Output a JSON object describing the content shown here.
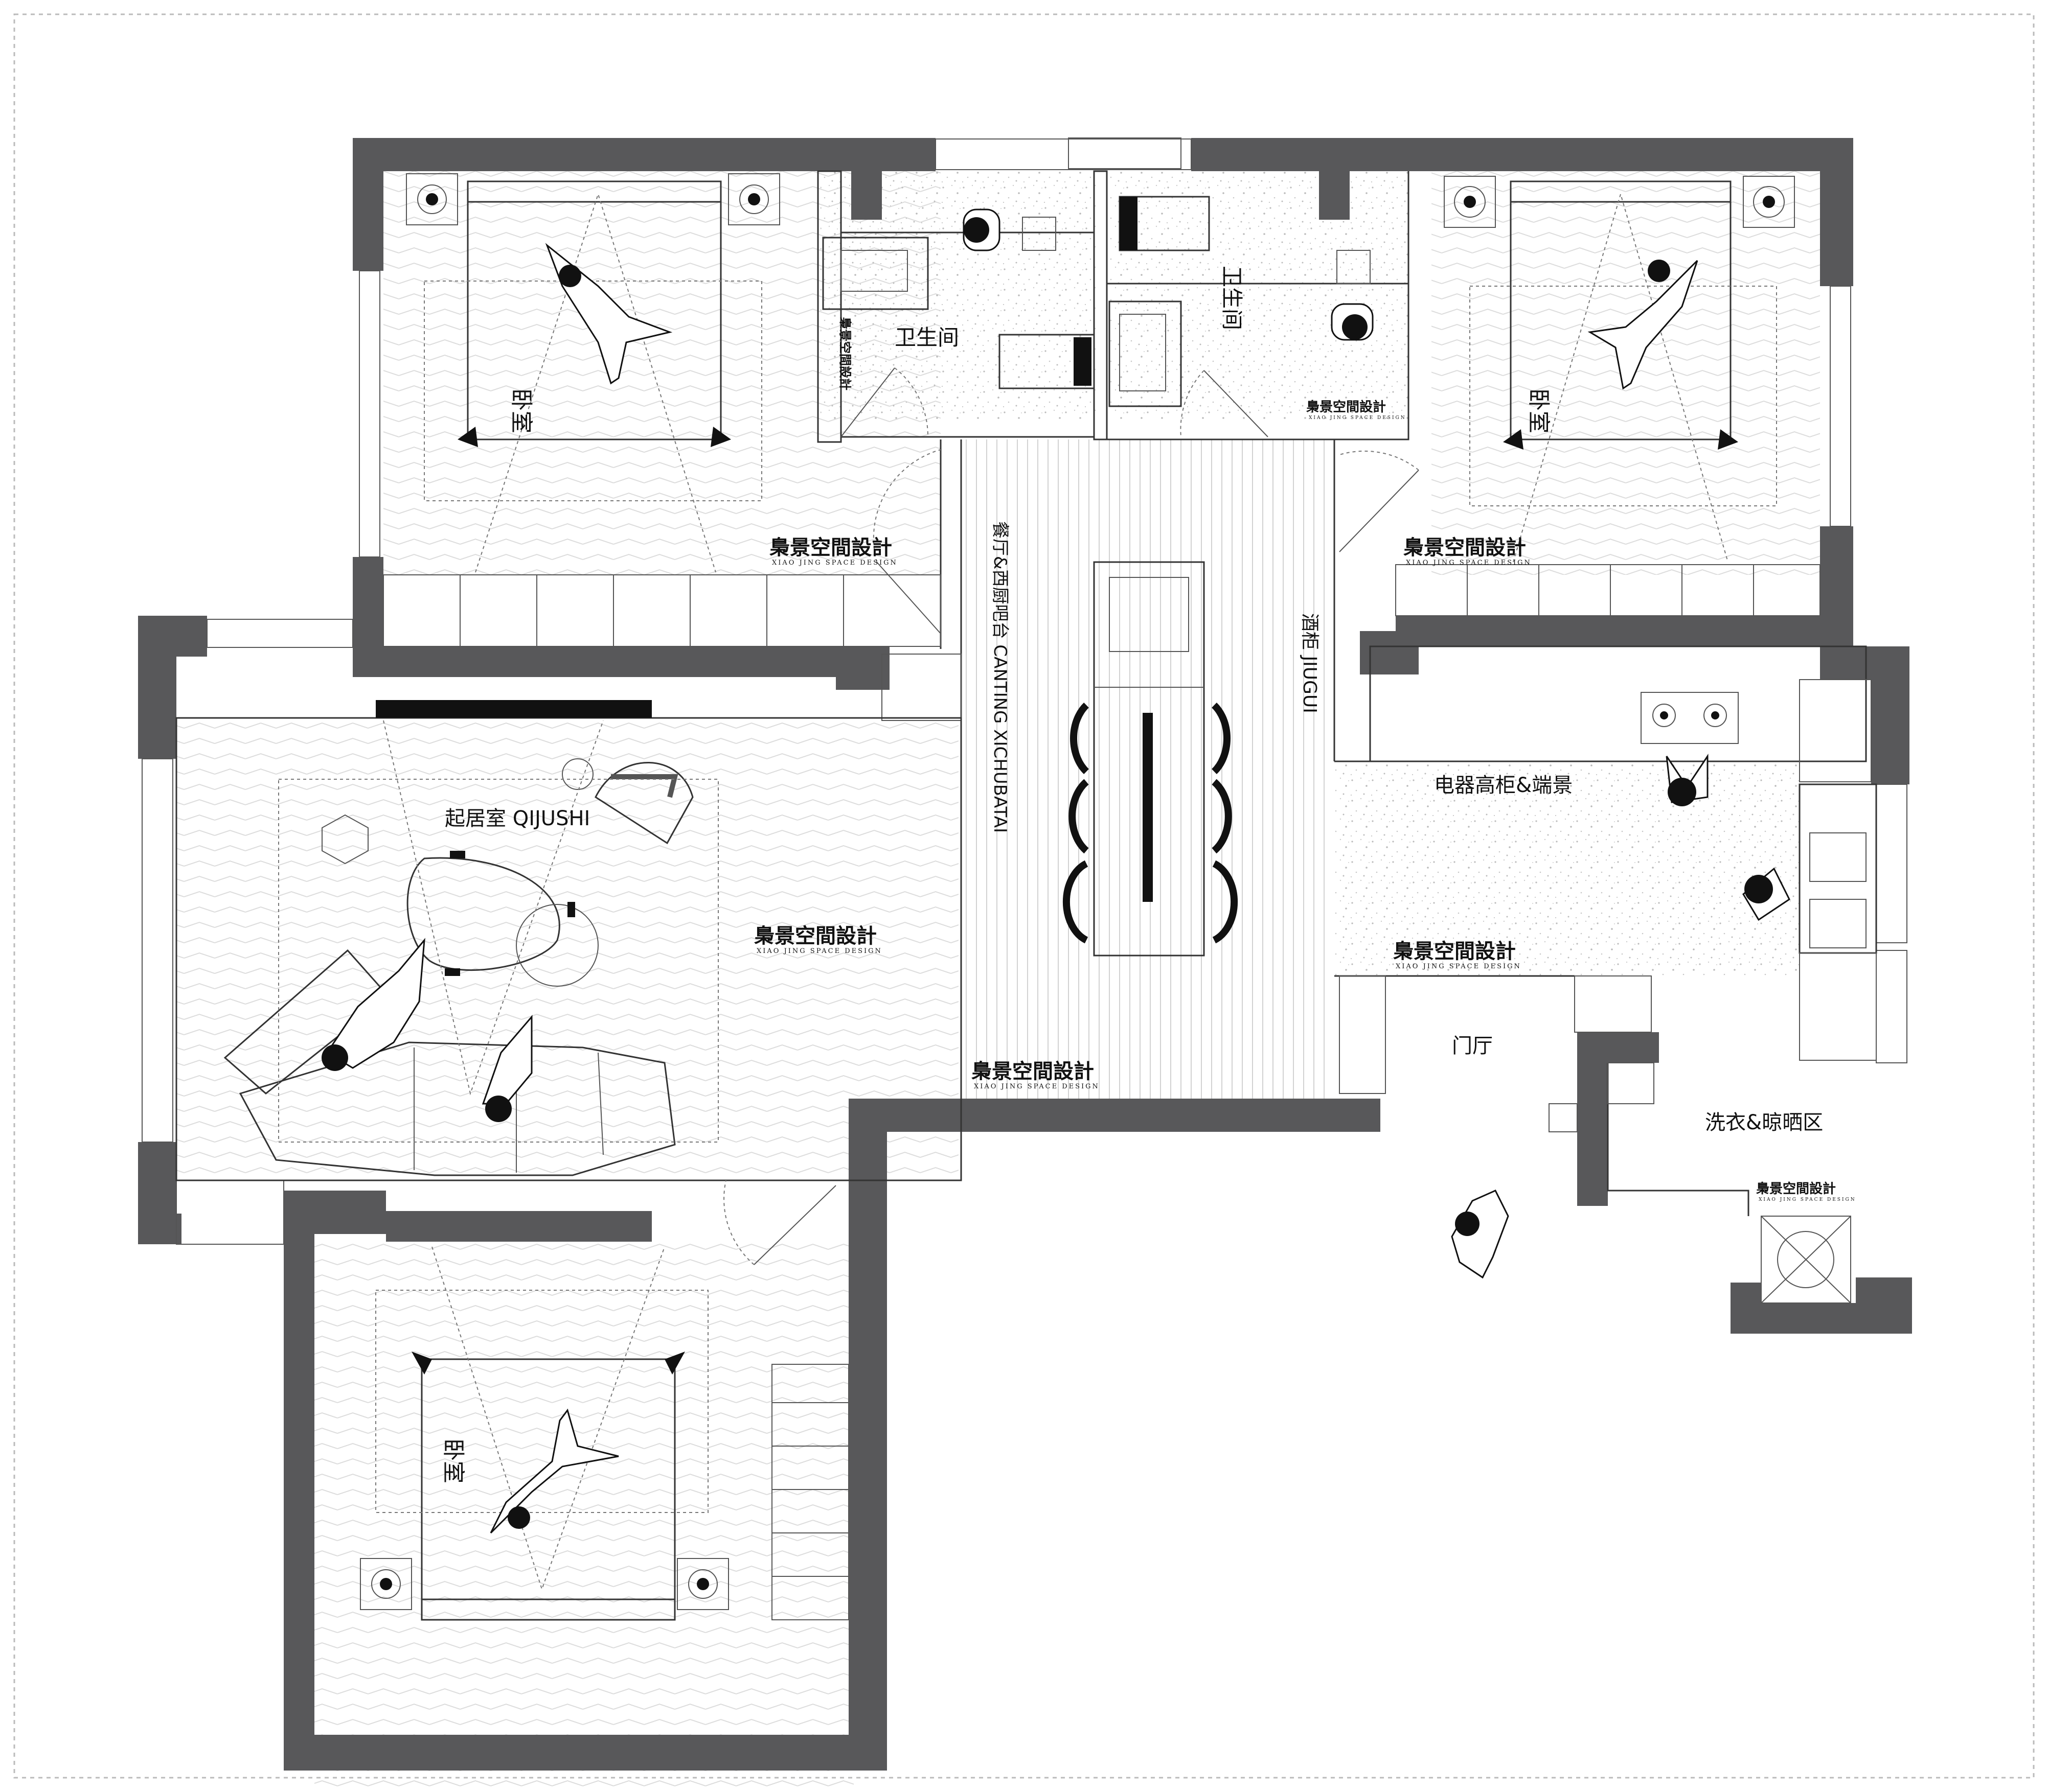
{
  "watermark": {
    "cn": "梟景空間設計",
    "en": "XIAO JING SPACE DESIGN"
  },
  "rooms": {
    "bedroom_nw": "卧室",
    "bedroom_ne": "卧室",
    "bedroom_sw": "卧室",
    "bath_left": "卫生间",
    "bath_right": "卫生间",
    "living": "起居室 QIJUSHI",
    "dining": "餐厅&西厨吧台 CANTING XICHUBATAI",
    "wine": "酒柜 JIUGUI",
    "kitchen": "电器高柜&端景",
    "foyer": "门厅",
    "laundry": "洗衣&晾晒区"
  },
  "icons": [
    "bed-icon",
    "sofa-icon",
    "table-icon",
    "chair-icon",
    "toilet-icon",
    "sink-icon",
    "stove-icon",
    "person-icon",
    "door-swing-icon",
    "lamp-icon",
    "washing-machine-icon"
  ]
}
